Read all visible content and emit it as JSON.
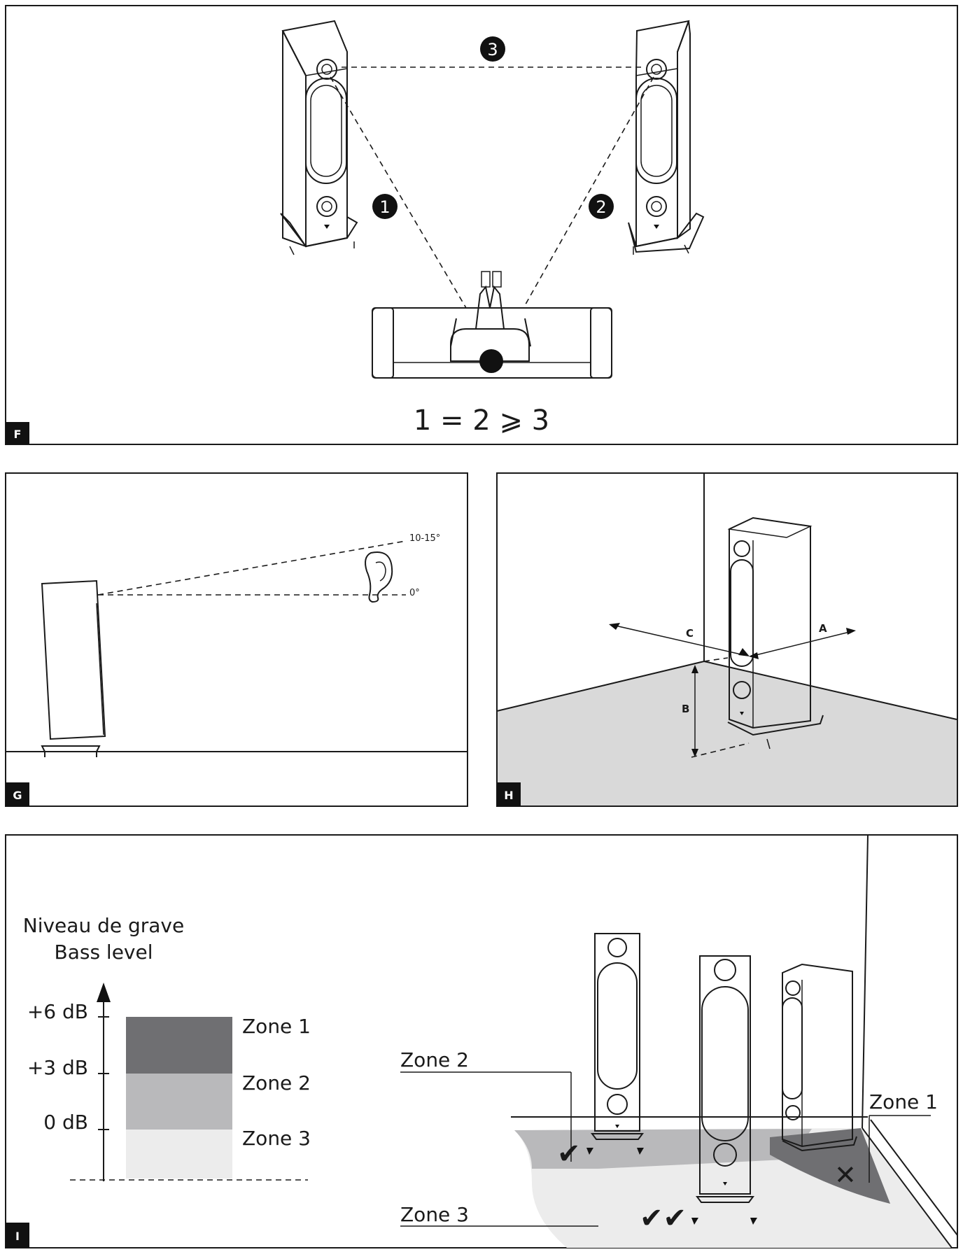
{
  "panels": {
    "f": {
      "letter": "F",
      "markers": [
        "1",
        "2",
        "3"
      ],
      "equation": "1   = 2 ⩾   3"
    },
    "g": {
      "letter": "G",
      "angle_upper": "10-15°",
      "angle_lower": "0°"
    },
    "h": {
      "letter": "H",
      "labels": [
        "A",
        "B",
        "C"
      ]
    },
    "i": {
      "letter": "I",
      "scale_title_fr": "Niveau de grave",
      "scale_title_en": "Bass level",
      "levels": [
        "+6 dB",
        "+3 dB",
        "0 dB"
      ],
      "zones": [
        "Zone 1",
        "Zone 2",
        "Zone 3"
      ],
      "zone_colors": [
        "#6f6f72",
        "#b9b9bb",
        "#ececec"
      ],
      "room_zone2": "Zone 2",
      "room_zone3": "Zone 3",
      "room_zone1": "Zone 1",
      "check_single": "✔",
      "check_double": "✔✔",
      "cross": "✕"
    }
  }
}
